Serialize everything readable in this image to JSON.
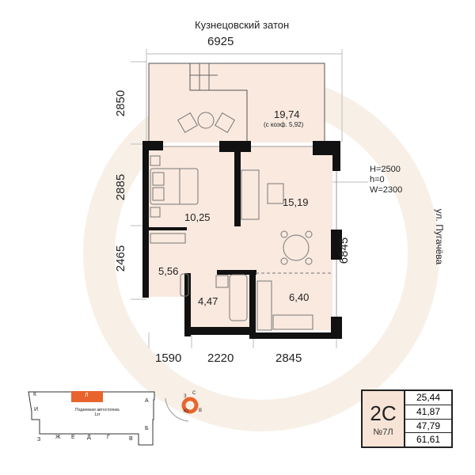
{
  "header": {
    "street_top": "Кузнецовский затон",
    "street_right": "ул. Пугачёва"
  },
  "dimensions": {
    "top": "6925",
    "left": [
      "2850",
      "2885",
      "2465"
    ],
    "bottom": [
      "1590",
      "2220",
      "2845"
    ],
    "right": "6845"
  },
  "window_spec": {
    "h_upper": "H=2500",
    "h_lower": "h=0",
    "w": "W=2300"
  },
  "rooms": {
    "terrace": "19,74",
    "terrace_note": "(с коэф. 5,92)",
    "living": "15,19",
    "bedroom": "10,25",
    "hall": "5,56",
    "bath": "4,47",
    "kitchen": "6,40"
  },
  "site_plan": {
    "sections": [
      "А",
      "Б",
      "В",
      "Г",
      "Д",
      "Е",
      "Ж",
      "З",
      "И",
      "К",
      "Л"
    ],
    "parking": "Подземная автостоянка",
    "parking_sub": "1эт",
    "highlighted_section": "Л",
    "highlight_color": "#e8642c"
  },
  "compass": {
    "labels": [
      "С",
      "В",
      "Ю",
      "З"
    ]
  },
  "legend": {
    "type": "2С",
    "number": "№7Л",
    "values": [
      "25,44",
      "41,87",
      "47,79",
      "61,61"
    ]
  },
  "colors": {
    "floor": "#f9e9df",
    "wall": "#111111",
    "accent": "#e8642c",
    "watermark": "#f8f0e6"
  }
}
